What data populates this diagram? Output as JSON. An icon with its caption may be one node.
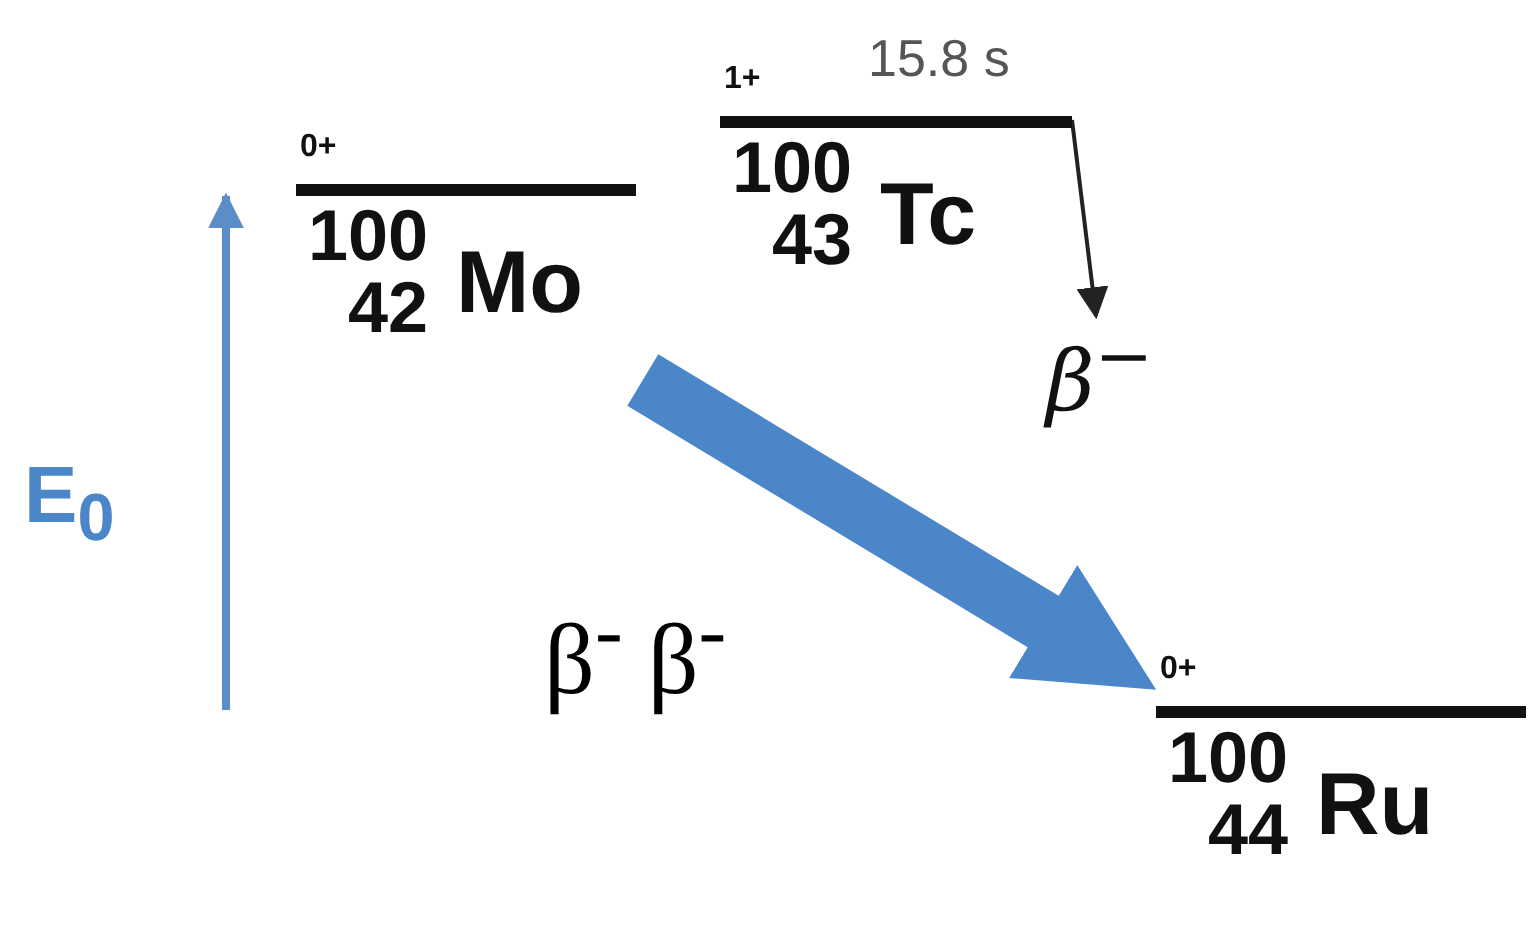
{
  "diagram": {
    "nodes": [
      {
        "text": [
          "0+",
          "100",
          "42",
          "Mo"
        ]
      },
      {
        "text": [
          "1+",
          "100",
          "43",
          "Tc"
        ],
        "beside": [
          "15.8 s"
        ]
      },
      {
        "text": [
          "β$^{−}$"
        ]
      },
      {
        "text": [
          "0+",
          "100",
          "44",
          "Ru"
        ]
      }
    ],
    "edges": [
      {
        "from": 1,
        "to": 2,
        "arrow": "to"
      },
      {
        "from": 0,
        "to": 3,
        "arrow": "to",
        "label": "β$^{-}$ β$^{-}$",
        "style": "thick",
        "color": "#4a86c8"
      }
    ],
    "labels": [
      "E$_{0}$"
    ]
  }
}
